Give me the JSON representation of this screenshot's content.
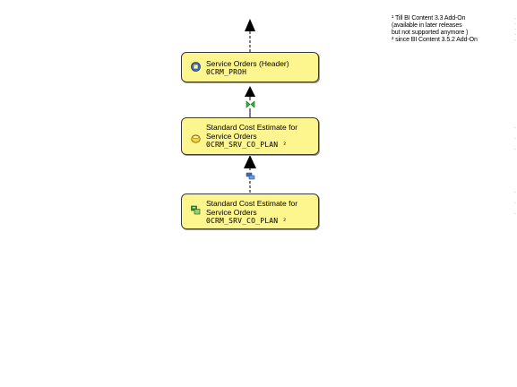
{
  "nodes": [
    {
      "title": "Service Orders (Header)",
      "technical_name": "0CRM_PROH",
      "icon": "infocube-icon"
    },
    {
      "title_line1": "Standard Cost Estimate for",
      "title_line2": "Service Orders",
      "technical_name": "0CRM_SRV_CO_PLAN ²",
      "icon": "dso-icon"
    },
    {
      "title_line1": "Standard Cost Estimate for",
      "title_line2": "Service Orders",
      "technical_name": "0CRM_SRV_CO_PLAN ²",
      "icon": "datasource-icon"
    }
  ],
  "connectors": [
    {
      "style": "dashed",
      "from": "node-1",
      "to": "top",
      "icon": "none"
    },
    {
      "style": "solid",
      "from": "node-2",
      "to": "node-1",
      "icon": "update-rule-icon"
    },
    {
      "style": "dashed",
      "from": "node-3",
      "to": "node-2",
      "icon": "transfer-rule-icon"
    }
  ],
  "footnotes": {
    "line1": "¹ Till BI Content 3.3 Add-On",
    "line2": "(available in later releases",
    "line3": "but not supported anymore )",
    "line4": "² since BI Content 3.5.2 Add-On"
  },
  "colors": {
    "node_fill": "#fdf58e",
    "node_border": "#3a3a3a",
    "arrow": "#000000",
    "update_rule_icon": "#2fb52f",
    "transfer_rule_icon": "#3b6fc4"
  }
}
